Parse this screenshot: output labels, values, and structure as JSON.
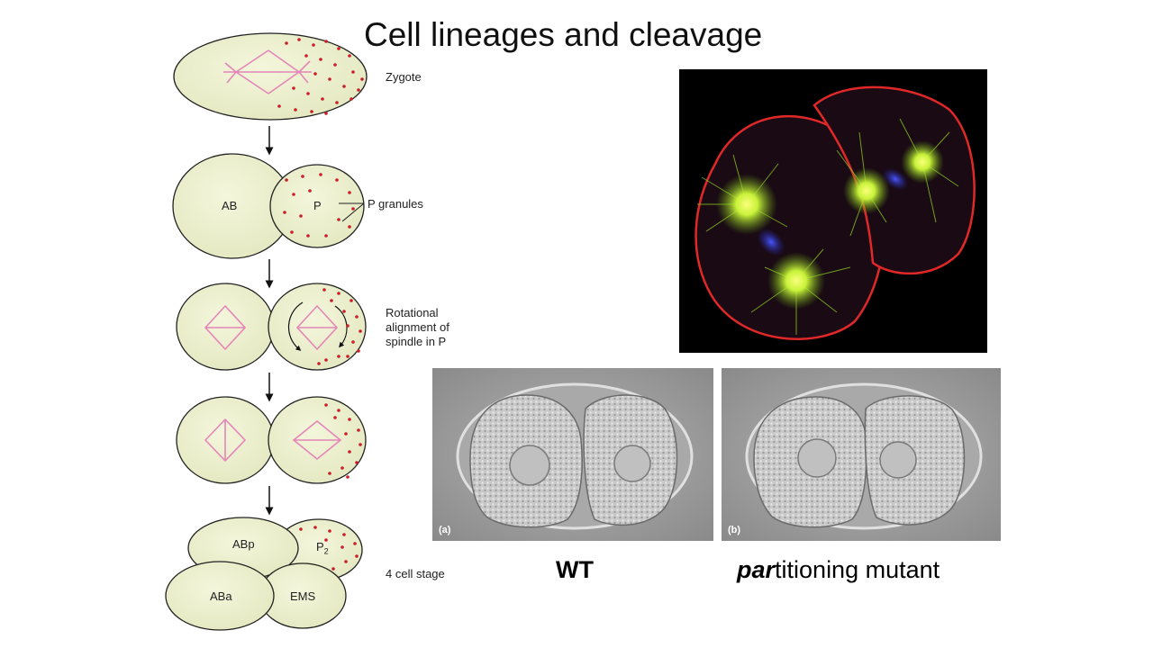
{
  "title": "Cell lineages and cleavage",
  "diagram": {
    "zygote_label": "Zygote",
    "cell_ab": "AB",
    "cell_p": "P",
    "p_granules_label": "P granules",
    "rotation_label": [
      "Rotational",
      "alignment of",
      "spindle in P"
    ],
    "cell_abp": "ABp",
    "cell_p2": "P",
    "cell_p2_sub": "2",
    "cell_aba": "ABa",
    "cell_ems": "EMS",
    "four_cell_label": "4 cell stage"
  },
  "micrographs": {
    "panel_a_tag": "(a)",
    "panel_b_tag": "(b)",
    "wt_caption": "WT",
    "mutant_caption_bold": "par",
    "mutant_caption_rest": "titioning mutant"
  },
  "colors": {
    "cell_fill": "#ecefcc",
    "granule": "#c8202a",
    "spindle": "#e486b8",
    "fluor_bg": "#000000",
    "membrane": "#e02828",
    "microtubule": "#9bdc28",
    "chromatin": "#3a40ff"
  }
}
